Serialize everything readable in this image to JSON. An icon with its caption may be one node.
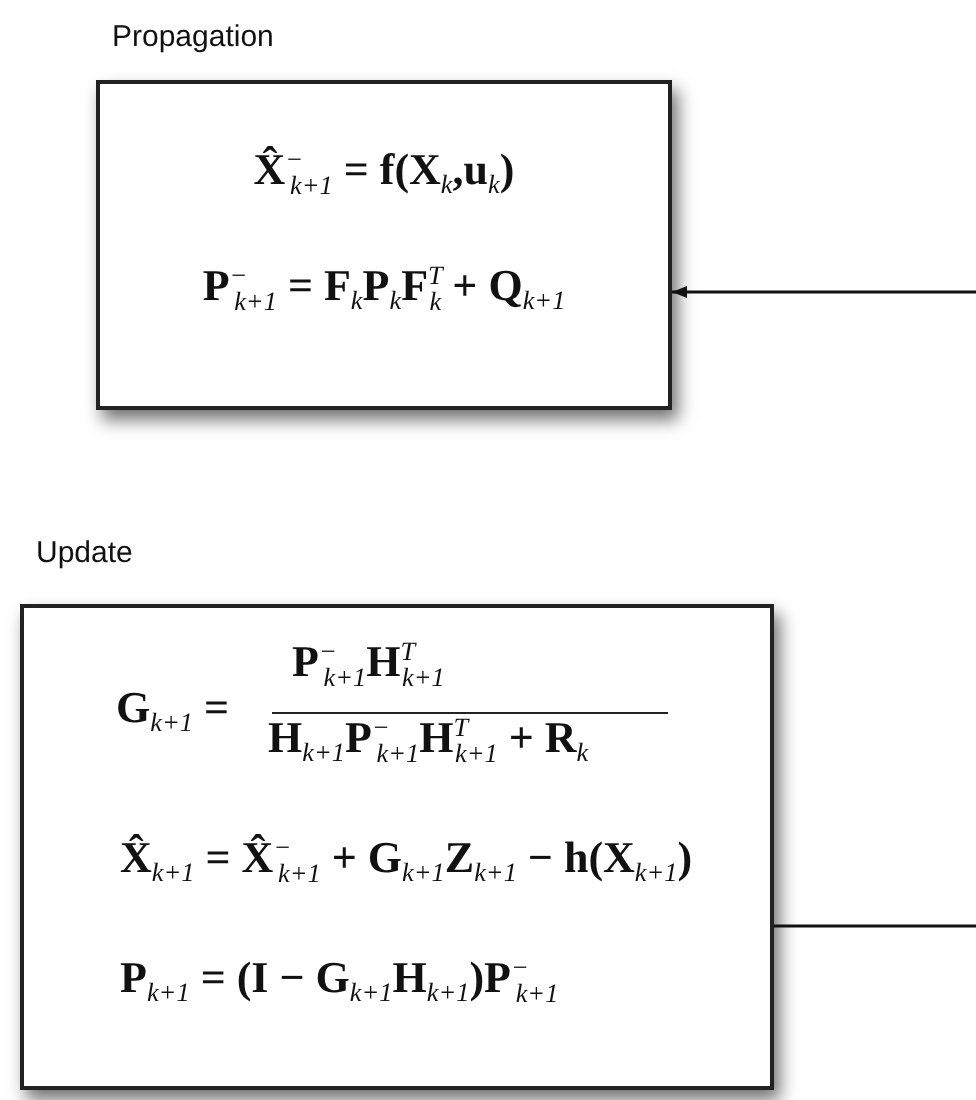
{
  "diagram": {
    "nodes": [
      {
        "text": [
          "Propagation",
          "X̂$^{−}$$_{k+1}$ = f(X$_{k}$,u$_{k}$)",
          "P$^{−}$$_{k+1}$ = F$_{k}$P$_{k}$F$^{T}$$_{k}$ + Q$_{k+1}$"
        ]
      },
      {
        "text": [
          "Update",
          "G$_{k+1}$ =",
          "P$^{−}$$_{k+1}$H$^{T}$$_{k+1}$",
          "H$_{k+1}$P$^{−}$$_{k+1}$H$^{T}$$_{k+1}$ + R$_{k}$",
          "X̂$_{k+1}$ = X̂$^{−}$$_{k+1}$ + G$_{k+1}$Z$_{k+1}$ − h(X$_{k+1}$)",
          "P$_{k+1}$ = (I − G$_{k+1}$H$_{k+1}$)P$^{−}$$_{k+1}$"
        ]
      }
    ],
    "edges": [
      {
        "from": null,
        "to": 0,
        "arrow": "to"
      },
      {
        "from": 1,
        "to": null,
        "arrow": "none"
      }
    ]
  }
}
